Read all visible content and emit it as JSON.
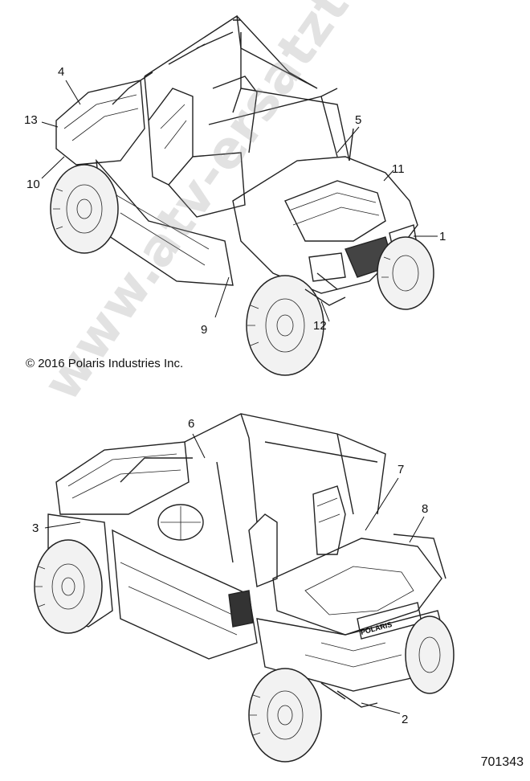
{
  "callouts": {
    "c1": "1",
    "c2": "2",
    "c3": "3",
    "c4": "4",
    "c5": "5",
    "c6": "6",
    "c7": "7",
    "c8": "8",
    "c9": "9",
    "c10": "10",
    "c11": "11",
    "c12": "12",
    "c13": "13"
  },
  "copyright": "© 2016 Polaris Industries Inc.",
  "figure_number": "701343",
  "watermark": "www.atv-ersatzteile.de",
  "grille_badge": "POLARIS"
}
